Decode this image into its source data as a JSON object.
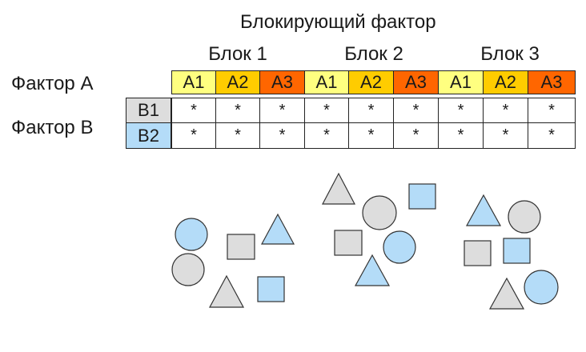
{
  "title": "Блокирующий фактор",
  "blocks": [
    "Блок 1",
    "Блок 2",
    "Блок 3"
  ],
  "factor_a": "Фактор A",
  "factor_b": "Фактор B",
  "levels_a": [
    "A1",
    "A2",
    "A3",
    "A1",
    "A2",
    "A3",
    "A1",
    "A2",
    "A3"
  ],
  "levels_b": [
    "B1",
    "B2"
  ],
  "cell_mark": "*",
  "colors": {
    "a1": "#ffff80",
    "a2": "#ffcc00",
    "a3": "#ff6600",
    "b1": "#dddddd",
    "b2": "#b4dcf8"
  },
  "shape_groups": [
    {
      "shapes": [
        "circle-blue",
        "square-gray",
        "triangle-blue",
        "circle-gray",
        "triangle-gray",
        "square-blue"
      ]
    },
    {
      "shapes": [
        "triangle-gray",
        "circle-gray",
        "square-blue",
        "square-gray",
        "circle-blue",
        "triangle-blue"
      ]
    },
    {
      "shapes": [
        "triangle-blue",
        "circle-gray",
        "square-gray",
        "square-blue",
        "triangle-gray",
        "circle-blue"
      ]
    }
  ]
}
